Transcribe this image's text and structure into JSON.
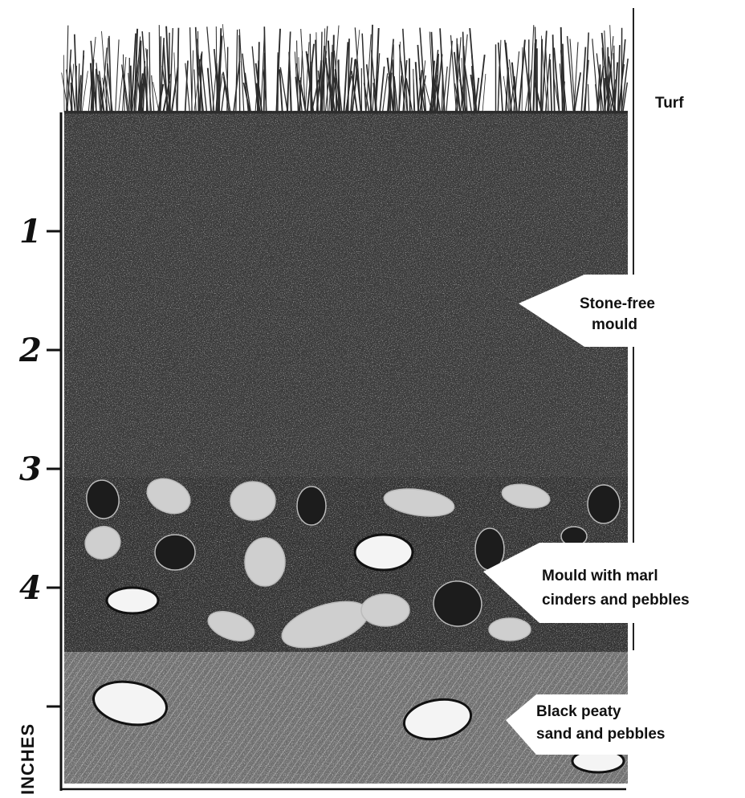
{
  "colors": {
    "turf": "#2c2c2c",
    "mould": "#3a3a3a",
    "stony_mould": "#333333",
    "peaty_sand": "#6e6e6e",
    "pebble": "#f4f4f4",
    "marl": "#cfcfcf",
    "cinder": "#1c1c1c",
    "label_background": "#ffffff",
    "ink": "#111111"
  },
  "axis": {
    "unit_label": "INCHES",
    "ticks": [
      {
        "depth": 1,
        "label": "1"
      },
      {
        "depth": 2,
        "label": "2"
      },
      {
        "depth": 3,
        "label": "3"
      },
      {
        "depth": 4,
        "label": "4"
      },
      {
        "depth": 5,
        "label": ""
      }
    ]
  },
  "layers": [
    {
      "id": "turf",
      "lines": [
        "Turf"
      ]
    },
    {
      "id": "stone-free-mould",
      "lines": [
        "Stone-free",
        "mould"
      ]
    },
    {
      "id": "mould-with-marl",
      "lines": [
        "Mould with marl",
        "cinders and pebbles"
      ]
    },
    {
      "id": "black-peaty-sand",
      "lines": [
        "Black peaty",
        "sand and pebbles"
      ]
    }
  ]
}
